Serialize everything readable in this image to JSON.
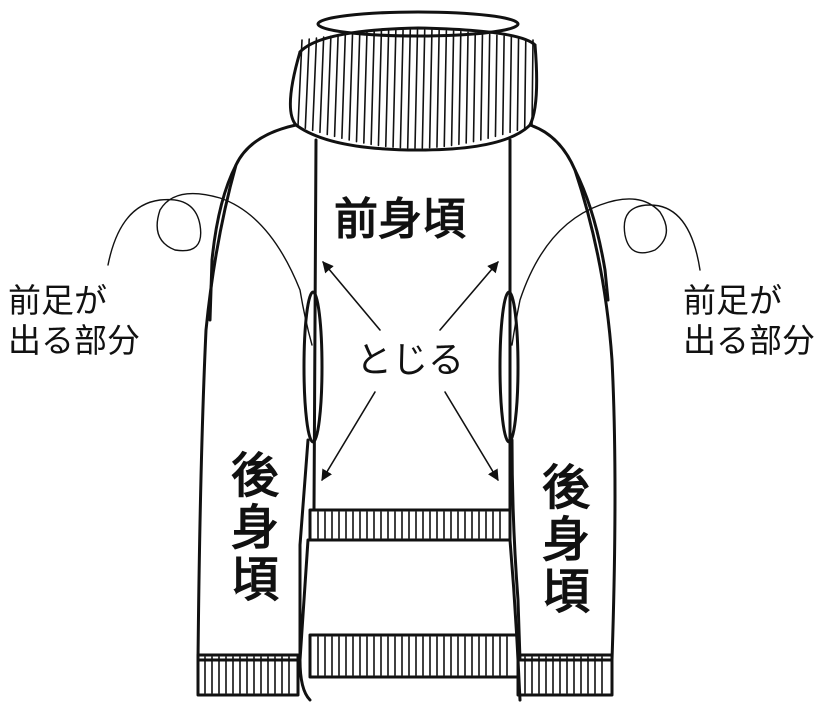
{
  "labels": {
    "front_body": "前身頃",
    "back_body_left": "後身頃",
    "back_body_right": "後身頃",
    "close": "とじる",
    "left_note_line1": "前足が",
    "left_note_line2": "出る部分",
    "right_note_line1": "前足が",
    "right_note_line2": "出る部分"
  },
  "colors": {
    "line": "#111111",
    "background": "#ffffff"
  }
}
